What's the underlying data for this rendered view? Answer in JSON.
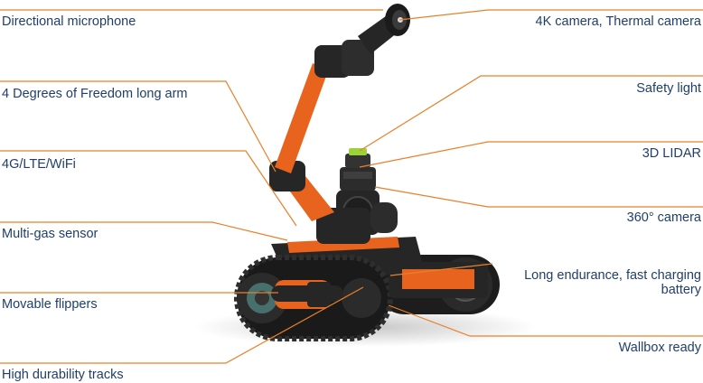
{
  "colors": {
    "leader": "#e8802a",
    "text": "#1f3f6a",
    "body_orange": "#e8641e",
    "body_dark": "#262626"
  },
  "labels": [
    "Directional microphone",
    "4 Degrees of Freedom long arm",
    "4G/LTE/WiFi",
    "Multi-gas sensor",
    "Movable flippers",
    "High durability tracks",
    "4K camera, Thermal camera",
    "Safety light",
    "3D LIDAR",
    "360° camera",
    "Long endurance, fast charging battery",
    "Wallbox ready"
  ]
}
